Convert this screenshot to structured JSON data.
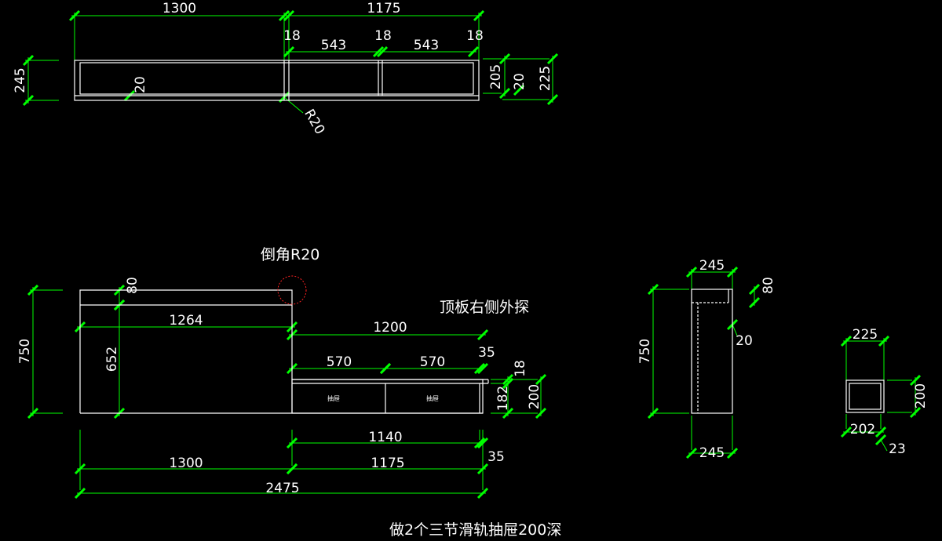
{
  "colors": {
    "background": "#000000",
    "outline": "#ffffff",
    "dimension": "#00ff00",
    "chamfer_marker": "#ff2222"
  },
  "top_view": {
    "overall_left": "1300",
    "overall_right": "1175",
    "panel_a": "18",
    "bay_a": "543",
    "panel_b": "18",
    "bay_b": "543",
    "panel_c": "18",
    "height": "245",
    "plate": "20",
    "radius": "R20",
    "side_inner": "205",
    "side_plate": "20",
    "side_total": "225"
  },
  "front_view": {
    "chamfer_note": "倒角R20",
    "top_note": "顶板右侧外探",
    "height": "750",
    "top_band": "80",
    "inner_height": "652",
    "upper_width": "1264",
    "lower_span": "1200",
    "drawer_a": "570",
    "drawer_b": "570",
    "overhang": "35",
    "drawer_label_a": "抽屉",
    "drawer_label_b": "抽屉",
    "lower_plate": "18",
    "lower_inner": "182",
    "lower_total": "200",
    "base_right": "1140",
    "base_offset": "35",
    "bottom_left": "1300",
    "bottom_right": "1175",
    "bottom_total": "2475"
  },
  "side_view": {
    "top_depth": "245",
    "height": "750",
    "top_band": "80",
    "plate": "20",
    "bottom_depth": "245"
  },
  "drawer_view": {
    "top_width": "225",
    "height": "200",
    "bottom_width": "202",
    "plate": "23"
  },
  "footer_note": "做2个三节滑轨抽屉200深"
}
